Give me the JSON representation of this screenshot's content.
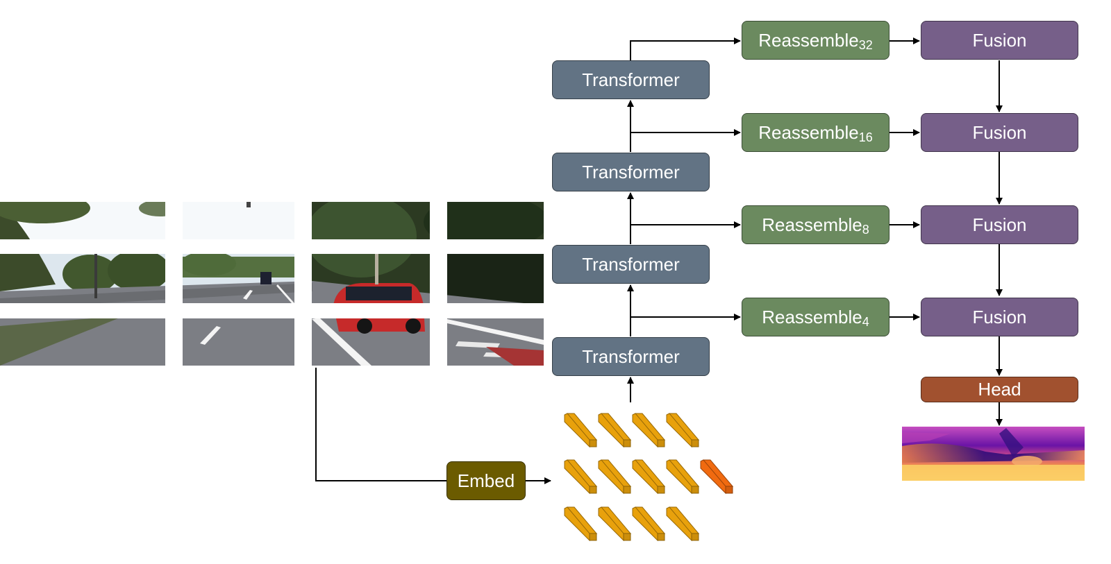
{
  "transformers": [
    {
      "label": "Transformer"
    },
    {
      "label": "Transformer"
    },
    {
      "label": "Transformer"
    },
    {
      "label": "Transformer"
    }
  ],
  "reassembles": [
    {
      "label": "Reassemble",
      "sub": "32"
    },
    {
      "label": "Reassemble",
      "sub": "16"
    },
    {
      "label": "Reassemble",
      "sub": "8"
    },
    {
      "label": "Reassemble",
      "sub": "4"
    }
  ],
  "fusions": [
    {
      "label": "Fusion"
    },
    {
      "label": "Fusion"
    },
    {
      "label": "Fusion"
    },
    {
      "label": "Fusion"
    }
  ],
  "head": {
    "label": "Head"
  },
  "embed": {
    "label": "Embed"
  },
  "colors": {
    "transformer": "#627384",
    "reassemble": "#6b8a5f",
    "fusion": "#765f89",
    "head": "#a1512f",
    "embed": "#6b5b00",
    "token": "#e8a10c",
    "token_highlight": "#f06a10"
  },
  "tokens": {
    "rows": [
      4,
      5,
      4
    ],
    "highlighted_row": 1,
    "highlighted_index": 4
  },
  "image_patches": {
    "rows": 3,
    "cols": 4
  }
}
